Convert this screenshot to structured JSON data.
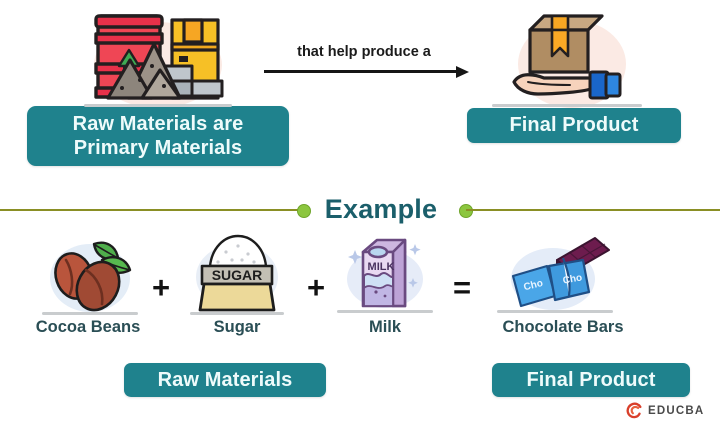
{
  "colors": {
    "teal_badge": "#1f828d",
    "badge_text": "#eefbfb",
    "example_title": "#1b5f6b",
    "label_text": "#2a4e55",
    "divider_line": "#8a8f24",
    "divider_dot": "#8cc63f",
    "arrow": "#161616",
    "educba_red": "#d93f2b"
  },
  "top": {
    "raw_badge_line1": "Raw Materials are",
    "raw_badge_line2": "Primary Materials",
    "arrow_label": "that help produce a",
    "final_badge": "Final Product",
    "raw_icon_name": "raw-materials-icon",
    "final_icon_name": "final-product-box-in-hand-icon"
  },
  "divider": {
    "title": "Example"
  },
  "example": {
    "items": [
      {
        "label": "Cocoa Beans",
        "icon": "cocoa-beans-icon"
      },
      {
        "label": "Sugar",
        "icon": "sugar-sack-icon",
        "sack_text": "SUGAR"
      },
      {
        "label": "Milk",
        "icon": "milk-carton-icon",
        "carton_text": "MILK"
      },
      {
        "label": "Chocolate Bars",
        "icon": "chocolate-bars-icon",
        "wrapper_text": "Cho"
      }
    ],
    "operators": [
      "+",
      "+",
      "="
    ],
    "raw_badge": "Raw Materials",
    "final_badge": "Final Product"
  },
  "footer": {
    "brand": "EDUCBA",
    "brand_icon": "educba-swirl-logo-icon"
  }
}
